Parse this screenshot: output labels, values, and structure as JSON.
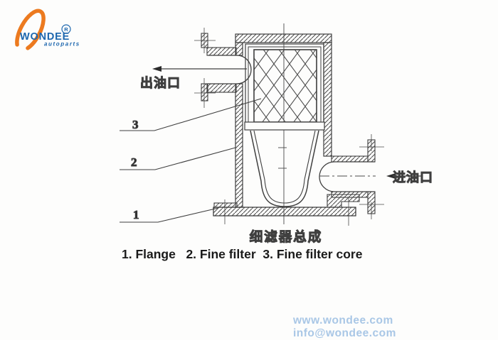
{
  "logo": {
    "brand": "WONDEE",
    "registered": "R",
    "sub": "autoparts"
  },
  "diagram": {
    "caption_cn": "细滤器总成",
    "outlet_label": "出油口",
    "inlet_label": "进油口",
    "callouts": {
      "n1": "1",
      "n2": "2",
      "n3": "3"
    }
  },
  "caption_en": "1. Flange   2. Fine filter  3. Fine filter core",
  "footer": {
    "website": "www.wondee.com",
    "email": "info@wondee.com"
  },
  "colors": {
    "logo_orange": "#ec7a1f",
    "logo_blue": "#1c66ae",
    "drawing_line": "#3f3f3f",
    "footer_blue": "#a9c7e6"
  }
}
